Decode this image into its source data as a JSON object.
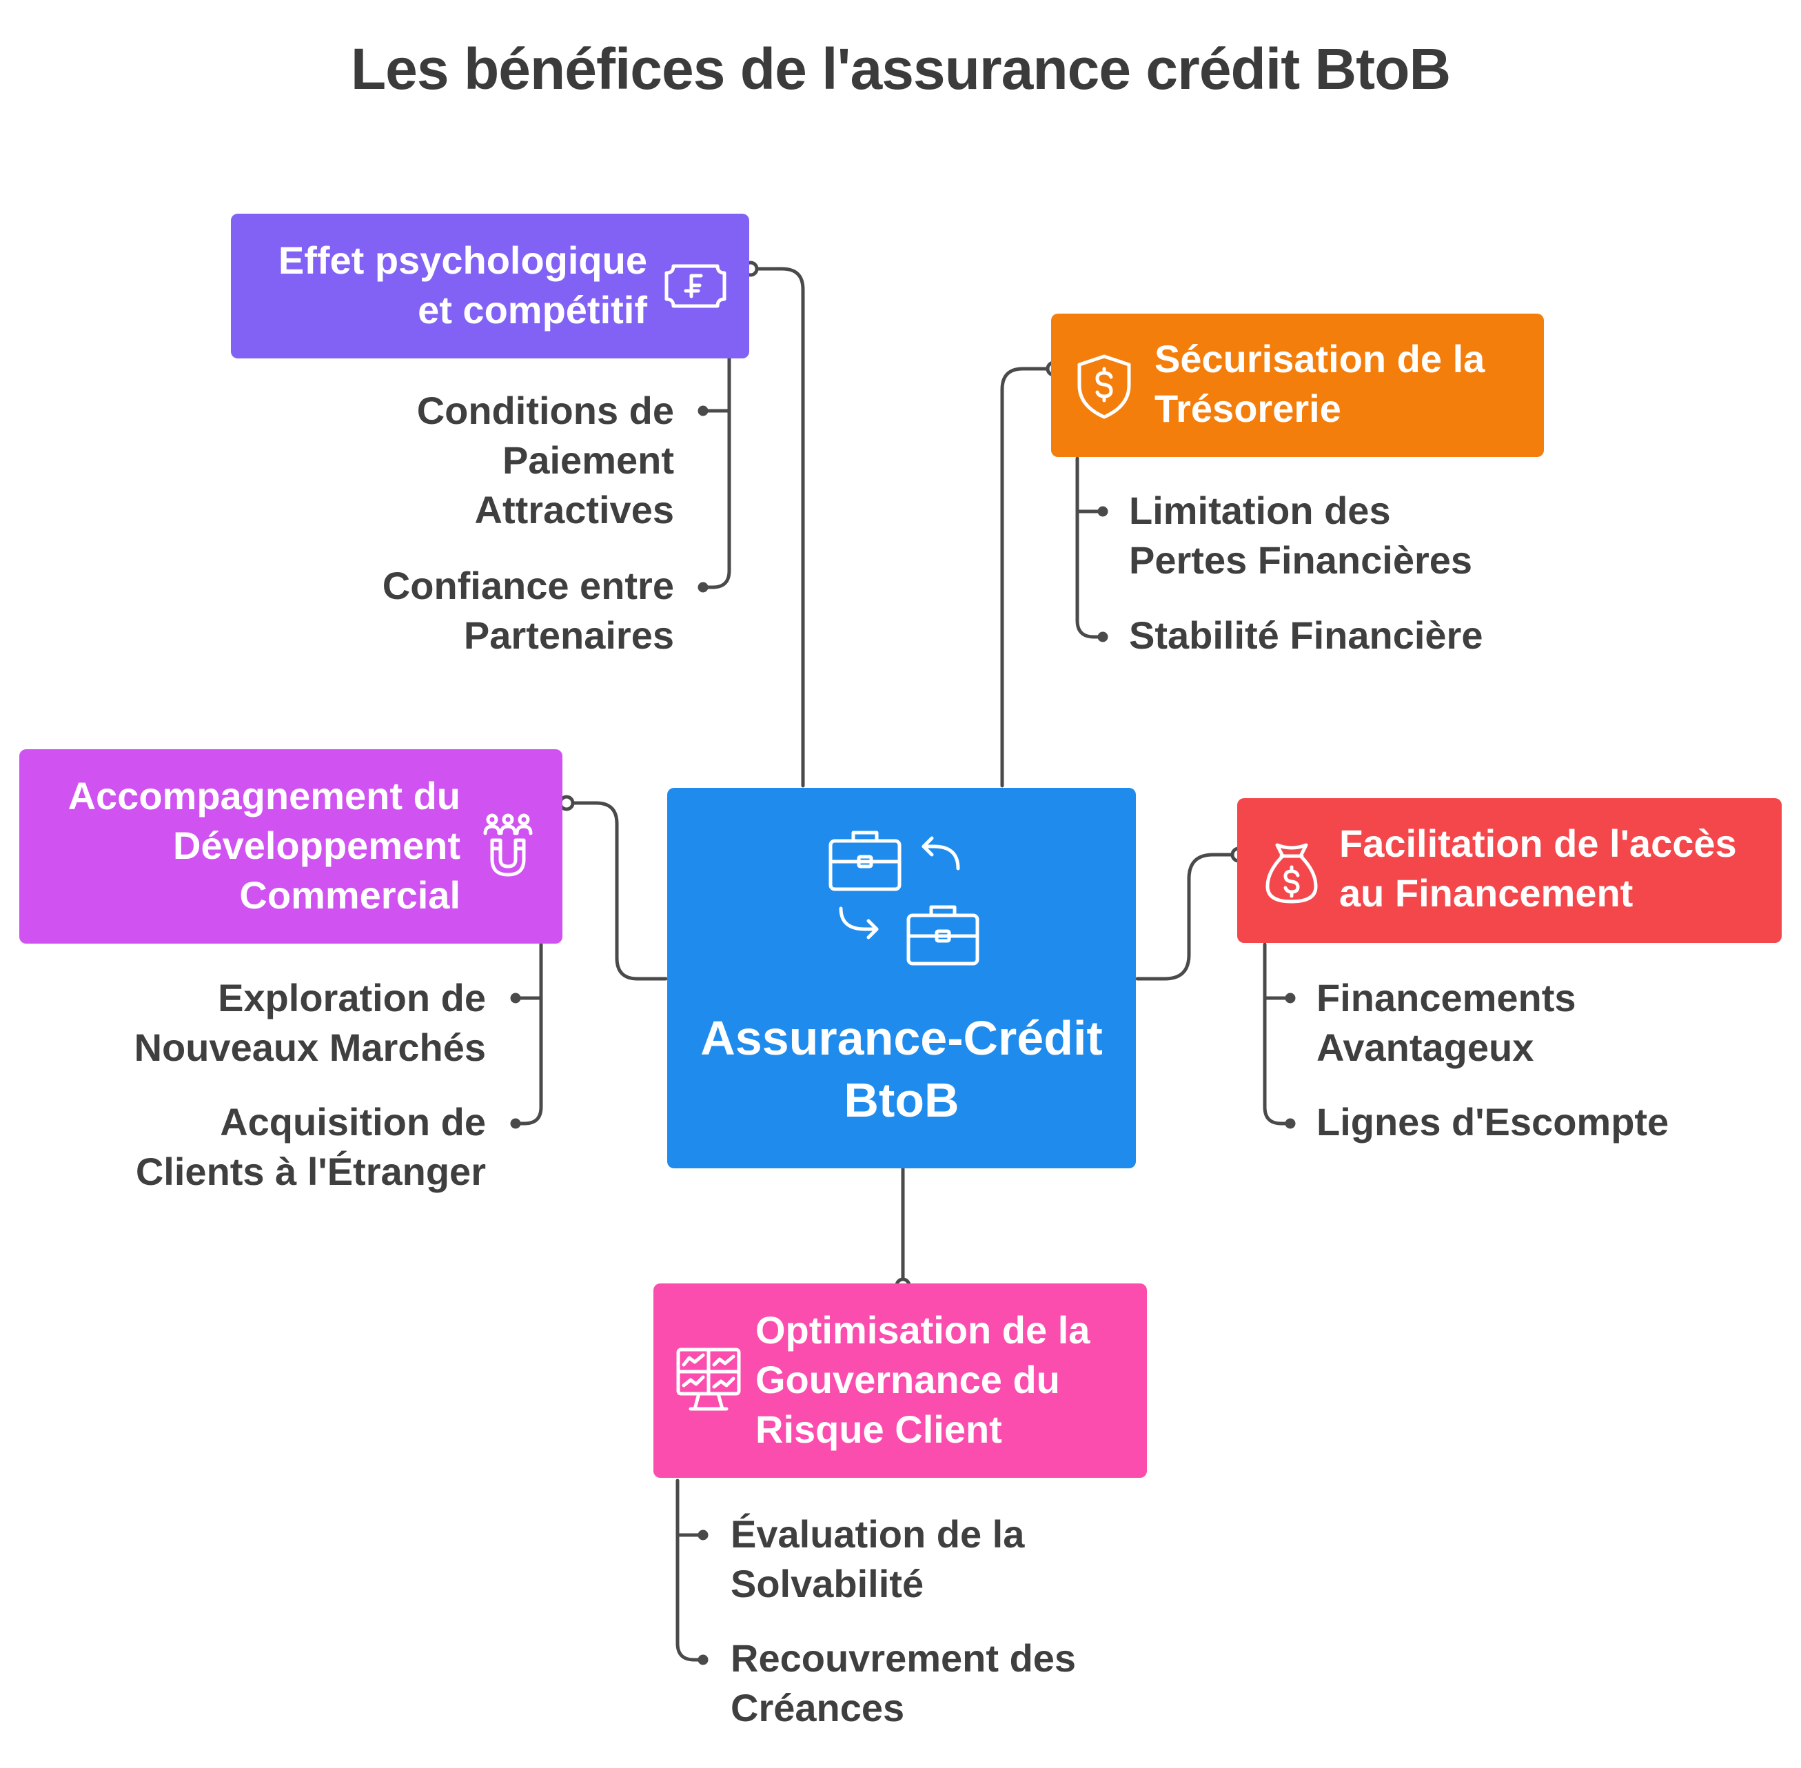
{
  "title": "Les bénéfices de l'assurance crédit BtoB",
  "colors": {
    "hub": "#1f8bec",
    "purple": "#8262f5",
    "orange": "#f47e0c",
    "magenta": "#cf52f1",
    "red": "#f4474b",
    "pink": "#fb4dae",
    "line": "#4a4a4a",
    "text": "#3f3f3f"
  },
  "hub": {
    "line1": "Assurance-Crédit",
    "line2": "BtoB",
    "icon": "briefcase-exchange-icon"
  },
  "branches": {
    "psychologique": {
      "title_line1": "Effet psychologique",
      "title_line2": "et compétitif",
      "icon": "currency-ticket-icon",
      "items": [
        [
          "Conditions de",
          "Paiement",
          "Attractives"
        ],
        [
          "Confiance entre",
          "Partenaires"
        ]
      ]
    },
    "tresorerie": {
      "title_line1": "Sécurisation de la",
      "title_line2": "Trésorerie",
      "icon": "shield-dollar-icon",
      "items": [
        [
          "Limitation des",
          "Pertes Financières"
        ],
        [
          "Stabilité Financière"
        ]
      ]
    },
    "developpement": {
      "title_line1": "Accompagnement du",
      "title_line2": "Développement",
      "title_line3": "Commercial",
      "icon": "magnet-people-icon",
      "items": [
        [
          "Exploration de",
          "Nouveaux Marchés"
        ],
        [
          "Acquisition de",
          "Clients à l'Étranger"
        ]
      ]
    },
    "financement": {
      "title_line1": "Facilitation de l'accès",
      "title_line2": "au Financement",
      "icon": "money-bag-icon",
      "items": [
        [
          "Financements",
          "Avantageux"
        ],
        [
          "Lignes d'Escompte"
        ]
      ]
    },
    "gouvernance": {
      "title_line1": "Optimisation de la",
      "title_line2": "Gouvernance du",
      "title_line3": "Risque Client",
      "icon": "dashboard-monitor-icon",
      "items": [
        [
          "Évaluation de la",
          "Solvabilité"
        ],
        [
          "Recouvrement des",
          "Créances"
        ]
      ]
    }
  }
}
